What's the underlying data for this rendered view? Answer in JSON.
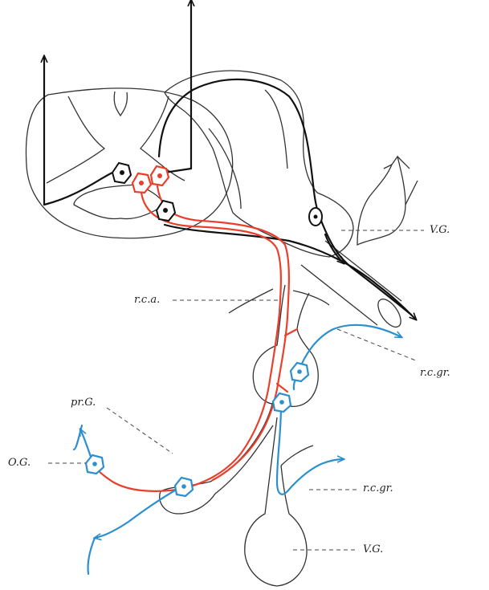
{
  "labels": {
    "vertebral_ganglion_upper": "V.G.",
    "ramus_communicans_albus": "r.c.a.",
    "ramus_communicans_griseus_upper": "r.c.gr.",
    "prevertebral_ganglion": "pr.G.",
    "organ_ganglion": "O.G.",
    "ramus_communicans_griseus_lower": "r.c.gr.",
    "vertebral_ganglion_lower": "V.G."
  },
  "colors": {
    "somatic": "#111111",
    "preganglionic": "#e8402c",
    "postganglionic": "#2b8fd0",
    "outline": "#333333"
  }
}
